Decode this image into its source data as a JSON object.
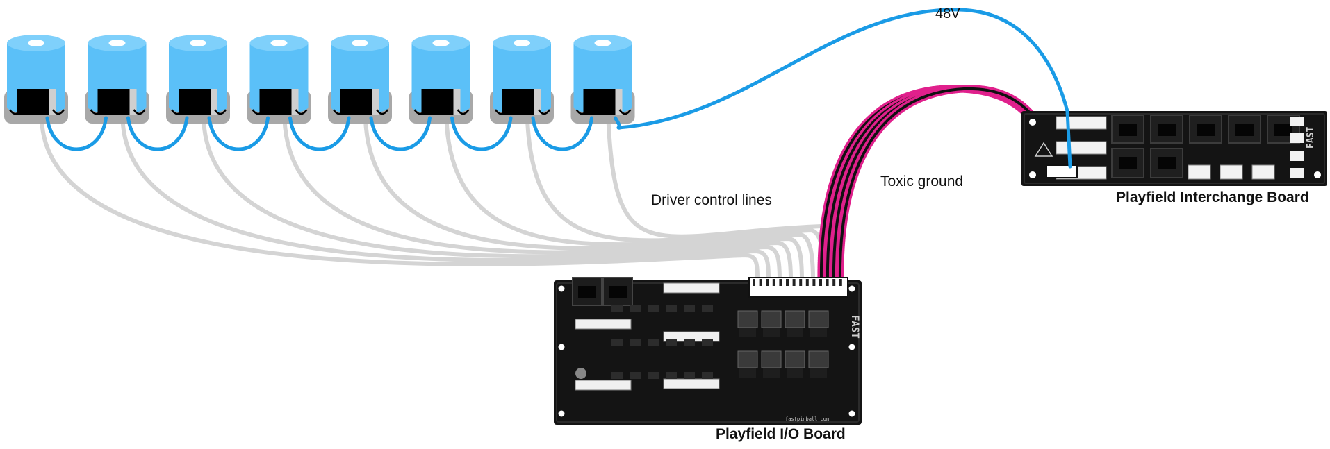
{
  "labels": {
    "power": "48V",
    "driver_lines": "Driver control lines",
    "toxic_ground": "Toxic ground",
    "interchange_board": "Playfield Interchange Board",
    "io_board": "Playfield I/O Board"
  },
  "boards": {
    "brand": "FAST",
    "website": "fastpinball.com"
  },
  "coil_count": 8,
  "colors": {
    "coil_body": "#5bc0f8",
    "coil_base": "#a8a8a8",
    "power_wire": "#1a9be6",
    "control_wire": "#d4d4d4",
    "ground_wire": "#e0208c",
    "pcb": "#141414"
  }
}
